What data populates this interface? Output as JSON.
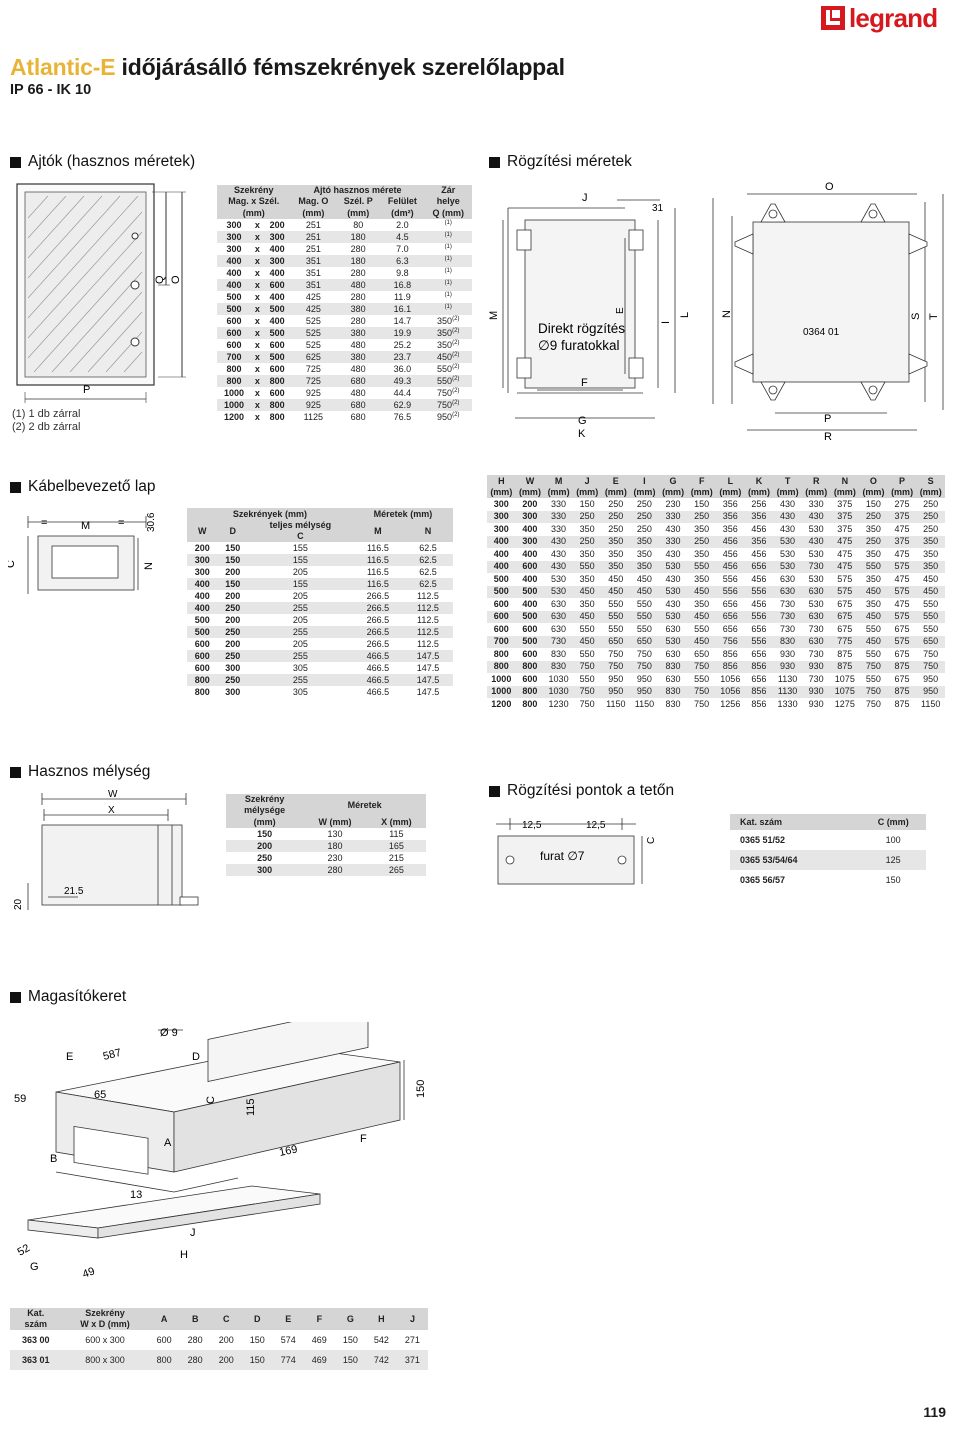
{
  "brand": {
    "name": "legrand",
    "color": "#d6181f"
  },
  "header": {
    "title_accent": "Atlantic-E",
    "title_rest": " időjárásálló fémszekrények szerelőlappal",
    "subtitle": "IP 66 - IK 10",
    "accent_color": "#e8b437"
  },
  "sections": {
    "doors": "Ajtók (hasznos méretek)",
    "fixing": "Rögzítési méretek",
    "cable": "Kábelbevezető lap",
    "depth": "Hasznos mélység",
    "roof": "Rögzítési pontok a tetőn",
    "raise": "Magasítókeret"
  },
  "doors": {
    "notes": [
      "(1) 1 db zárral",
      "(2) 2 db zárral"
    ],
    "diagram_labels": {
      "p": "P",
      "q": "Q",
      "o": "O"
    },
    "headers": {
      "enclosure": "Szekrény",
      "size": "Mag. x Szél.",
      "size_unit": "(mm)",
      "door_dims": "Ajtó hasznos mérete",
      "o": "Mag. O",
      "o_unit": "(mm)",
      "p": "Szél. P",
      "p_unit": "(mm)",
      "surface": "Felület",
      "surface_unit": "(dm²)",
      "lock": "Zár",
      "lock2": "helye",
      "lock_unit": "Q (mm)"
    },
    "rows": [
      {
        "h": "300",
        "x": "x",
        "w": "200",
        "o": "251",
        "p": "80",
        "s": "2.0",
        "q": "",
        "n": "(1)"
      },
      {
        "h": "300",
        "x": "x",
        "w": "300",
        "o": "251",
        "p": "180",
        "s": "4.5",
        "q": "",
        "n": "(1)"
      },
      {
        "h": "300",
        "x": "x",
        "w": "400",
        "o": "251",
        "p": "280",
        "s": "7.0",
        "q": "",
        "n": "(1)"
      },
      {
        "h": "400",
        "x": "x",
        "w": "300",
        "o": "351",
        "p": "180",
        "s": "6.3",
        "q": "",
        "n": "(1)"
      },
      {
        "h": "400",
        "x": "x",
        "w": "400",
        "o": "351",
        "p": "280",
        "s": "9.8",
        "q": "",
        "n": "(1)"
      },
      {
        "h": "400",
        "x": "x",
        "w": "600",
        "o": "351",
        "p": "480",
        "s": "16.8",
        "q": "",
        "n": "(1)"
      },
      {
        "h": "500",
        "x": "x",
        "w": "400",
        "o": "425",
        "p": "280",
        "s": "11.9",
        "q": "",
        "n": "(1)"
      },
      {
        "h": "500",
        "x": "x",
        "w": "500",
        "o": "425",
        "p": "380",
        "s": "16.1",
        "q": "",
        "n": "(1)"
      },
      {
        "h": "600",
        "x": "x",
        "w": "400",
        "o": "525",
        "p": "280",
        "s": "14.7",
        "q": "350",
        "n": "(2)"
      },
      {
        "h": "600",
        "x": "x",
        "w": "500",
        "o": "525",
        "p": "380",
        "s": "19.9",
        "q": "350",
        "n": "(2)"
      },
      {
        "h": "600",
        "x": "x",
        "w": "600",
        "o": "525",
        "p": "480",
        "s": "25.2",
        "q": "350",
        "n": "(2)"
      },
      {
        "h": "700",
        "x": "x",
        "w": "500",
        "o": "625",
        "p": "380",
        "s": "23.7",
        "q": "450",
        "n": "(2)"
      },
      {
        "h": "800",
        "x": "x",
        "w": "600",
        "o": "725",
        "p": "480",
        "s": "36.0",
        "q": "550",
        "n": "(2)"
      },
      {
        "h": "800",
        "x": "x",
        "w": "800",
        "o": "725",
        "p": "680",
        "s": "49.3",
        "q": "550",
        "n": "(2)"
      },
      {
        "h": "1000",
        "x": "x",
        "w": "600",
        "o": "925",
        "p": "480",
        "s": "44.4",
        "q": "750",
        "n": "(2)"
      },
      {
        "h": "1000",
        "x": "x",
        "w": "800",
        "o": "925",
        "p": "680",
        "s": "62.9",
        "q": "750",
        "n": "(2)"
      },
      {
        "h": "1200",
        "x": "x",
        "w": "800",
        "o": "1125",
        "p": "680",
        "s": "76.5",
        "q": "950",
        "n": "(2)"
      }
    ]
  },
  "fixing": {
    "text1": "Direkt rögzítés",
    "text2": "∅9 furatokkal",
    "ref": "0364 01",
    "labels": {
      "j": "J",
      "d31": "31",
      "o": "O",
      "m": "M",
      "e": "E",
      "i": "I",
      "l": "L",
      "n": "N",
      "s": "S",
      "t": "T",
      "f": "F",
      "g": "G",
      "k": "K",
      "p": "P",
      "r": "R"
    }
  },
  "fixtable": {
    "headers": [
      "H",
      "W",
      "M",
      "J",
      "E",
      "I",
      "G",
      "F",
      "L",
      "K",
      "T",
      "R",
      "N",
      "O",
      "P",
      "S"
    ],
    "unit": "(mm)",
    "rows": [
      [
        "300",
        "200",
        "330",
        "150",
        "250",
        "250",
        "230",
        "150",
        "356",
        "256",
        "430",
        "330",
        "375",
        "150",
        "275",
        "250"
      ],
      [
        "300",
        "300",
        "330",
        "250",
        "250",
        "250",
        "330",
        "250",
        "356",
        "356",
        "430",
        "430",
        "375",
        "250",
        "375",
        "250"
      ],
      [
        "300",
        "400",
        "330",
        "350",
        "250",
        "250",
        "430",
        "350",
        "356",
        "456",
        "430",
        "530",
        "375",
        "350",
        "475",
        "250"
      ],
      [
        "400",
        "300",
        "430",
        "250",
        "350",
        "350",
        "330",
        "250",
        "456",
        "356",
        "530",
        "430",
        "475",
        "250",
        "375",
        "350"
      ],
      [
        "400",
        "400",
        "430",
        "350",
        "350",
        "350",
        "430",
        "350",
        "456",
        "456",
        "530",
        "530",
        "475",
        "350",
        "475",
        "350"
      ],
      [
        "400",
        "600",
        "430",
        "550",
        "350",
        "350",
        "530",
        "550",
        "456",
        "656",
        "530",
        "730",
        "475",
        "550",
        "575",
        "350"
      ],
      [
        "500",
        "400",
        "530",
        "350",
        "450",
        "450",
        "430",
        "350",
        "556",
        "456",
        "630",
        "530",
        "575",
        "350",
        "475",
        "450"
      ],
      [
        "500",
        "500",
        "530",
        "450",
        "450",
        "450",
        "530",
        "450",
        "556",
        "556",
        "630",
        "630",
        "575",
        "450",
        "575",
        "450"
      ],
      [
        "600",
        "400",
        "630",
        "350",
        "550",
        "550",
        "430",
        "350",
        "656",
        "456",
        "730",
        "530",
        "675",
        "350",
        "475",
        "550"
      ],
      [
        "600",
        "500",
        "630",
        "450",
        "550",
        "550",
        "530",
        "450",
        "656",
        "556",
        "730",
        "630",
        "675",
        "450",
        "575",
        "550"
      ],
      [
        "600",
        "600",
        "630",
        "550",
        "550",
        "550",
        "630",
        "550",
        "656",
        "656",
        "730",
        "730",
        "675",
        "550",
        "675",
        "550"
      ],
      [
        "700",
        "500",
        "730",
        "450",
        "650",
        "650",
        "530",
        "450",
        "756",
        "556",
        "830",
        "630",
        "775",
        "450",
        "575",
        "650"
      ],
      [
        "800",
        "600",
        "830",
        "550",
        "750",
        "750",
        "630",
        "650",
        "856",
        "656",
        "930",
        "730",
        "875",
        "550",
        "675",
        "750"
      ],
      [
        "800",
        "800",
        "830",
        "750",
        "750",
        "750",
        "830",
        "750",
        "856",
        "856",
        "930",
        "930",
        "875",
        "750",
        "875",
        "750"
      ],
      [
        "1000",
        "600",
        "1030",
        "550",
        "950",
        "950",
        "630",
        "550",
        "1056",
        "656",
        "1130",
        "730",
        "1075",
        "550",
        "675",
        "950"
      ],
      [
        "1000",
        "800",
        "1030",
        "750",
        "950",
        "950",
        "830",
        "750",
        "1056",
        "856",
        "1130",
        "930",
        "1075",
        "750",
        "875",
        "950"
      ],
      [
        "1200",
        "800",
        "1230",
        "750",
        "1150",
        "1150",
        "830",
        "750",
        "1256",
        "856",
        "1330",
        "930",
        "1275",
        "750",
        "875",
        "1150"
      ]
    ]
  },
  "cable": {
    "labels": {
      "c": "C",
      "m": "M",
      "eq": "=",
      "d306": "30.6",
      "n": "N"
    },
    "headers": {
      "enc": "Szekrények (mm)",
      "dims": "Méretek (mm)",
      "w": "W",
      "d": "D",
      "full_depth": "teljes mélység",
      "c": "C",
      "m": "M",
      "n": "N"
    },
    "rows": [
      [
        "200",
        "150",
        "155",
        "116.5",
        "62.5"
      ],
      [
        "300",
        "150",
        "155",
        "116.5",
        "62.5"
      ],
      [
        "300",
        "200",
        "205",
        "116.5",
        "62.5"
      ],
      [
        "400",
        "150",
        "155",
        "116.5",
        "62.5"
      ],
      [
        "400",
        "200",
        "205",
        "266.5",
        "112.5"
      ],
      [
        "400",
        "250",
        "255",
        "266.5",
        "112.5"
      ],
      [
        "500",
        "200",
        "205",
        "266.5",
        "112.5"
      ],
      [
        "500",
        "250",
        "255",
        "266.5",
        "112.5"
      ],
      [
        "600",
        "200",
        "205",
        "266.5",
        "112.5"
      ],
      [
        "600",
        "250",
        "255",
        "466.5",
        "147.5"
      ],
      [
        "600",
        "300",
        "305",
        "466.5",
        "147.5"
      ],
      [
        "800",
        "250",
        "255",
        "466.5",
        "147.5"
      ],
      [
        "800",
        "300",
        "305",
        "466.5",
        "147.5"
      ]
    ]
  },
  "depth": {
    "labels": {
      "w": "W",
      "x": "X",
      "d20": "20",
      "d215": "21.5"
    },
    "headers": {
      "enc": "Szekrény",
      "enc2": "mélysége",
      "unit": "(mm)",
      "dims": "Méretek",
      "w": "W (mm)",
      "x": "X (mm)"
    },
    "rows": [
      [
        "150",
        "130",
        "115"
      ],
      [
        "200",
        "180",
        "165"
      ],
      [
        "250",
        "230",
        "215"
      ],
      [
        "300",
        "280",
        "265"
      ]
    ]
  },
  "roof": {
    "labels": {
      "a": "12,5",
      "b": "12,5",
      "c": "C",
      "hole": "furat ∅7"
    },
    "headers": {
      "cat": "Kat. szám",
      "c": "C (mm)"
    },
    "rows": [
      [
        "0365 51/52",
        "100"
      ],
      [
        "0365 53/54/64",
        "125"
      ],
      [
        "0365 56/57",
        "150"
      ]
    ]
  },
  "raise": {
    "labels": {
      "phi9": "Ø 9",
      "e": "E",
      "d587": "587",
      "d": "D",
      "d59": "59",
      "d65": "65",
      "c": "C",
      "d115": "115",
      "d150": "150",
      "b": "B",
      "a": "A",
      "d169": "169",
      "f": "F",
      "d13": "13",
      "j": "J",
      "d52": "52",
      "g": "G",
      "d49": "49",
      "h": "H"
    },
    "headers": {
      "cat": "Kat.",
      "cat2": "szám",
      "enc": "Szekrény",
      "enc2": "W x D (mm)",
      "cols": [
        "A",
        "B",
        "C",
        "D",
        "E",
        "F",
        "G",
        "H",
        "J"
      ]
    },
    "rows": [
      {
        "cat": "363 00",
        "size": "600 x 300",
        "v": [
          "600",
          "280",
          "200",
          "150",
          "574",
          "469",
          "150",
          "542",
          "271"
        ]
      },
      {
        "cat": "363 01",
        "size": "800 x 300",
        "v": [
          "800",
          "280",
          "200",
          "150",
          "774",
          "469",
          "150",
          "742",
          "371"
        ]
      }
    ]
  },
  "page_number": "119"
}
